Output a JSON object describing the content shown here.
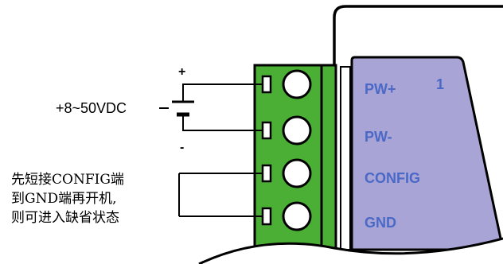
{
  "supply": {
    "plus_sign": "+",
    "minus_sign": "-",
    "voltage_label": "+8~50VDC"
  },
  "note": {
    "lines": [
      "先短接CONFIG端",
      "到GND端再开机,",
      "则可进入缺省状态"
    ]
  },
  "module": {
    "pin_number": "1",
    "pins": [
      "PW+",
      "PW-",
      "CONFIG",
      "GND"
    ]
  },
  "colors": {
    "terminal_green": "#4caf35",
    "label_panel": "#a8a4d6",
    "label_text": "#4a68c6",
    "outline": "#000000"
  }
}
